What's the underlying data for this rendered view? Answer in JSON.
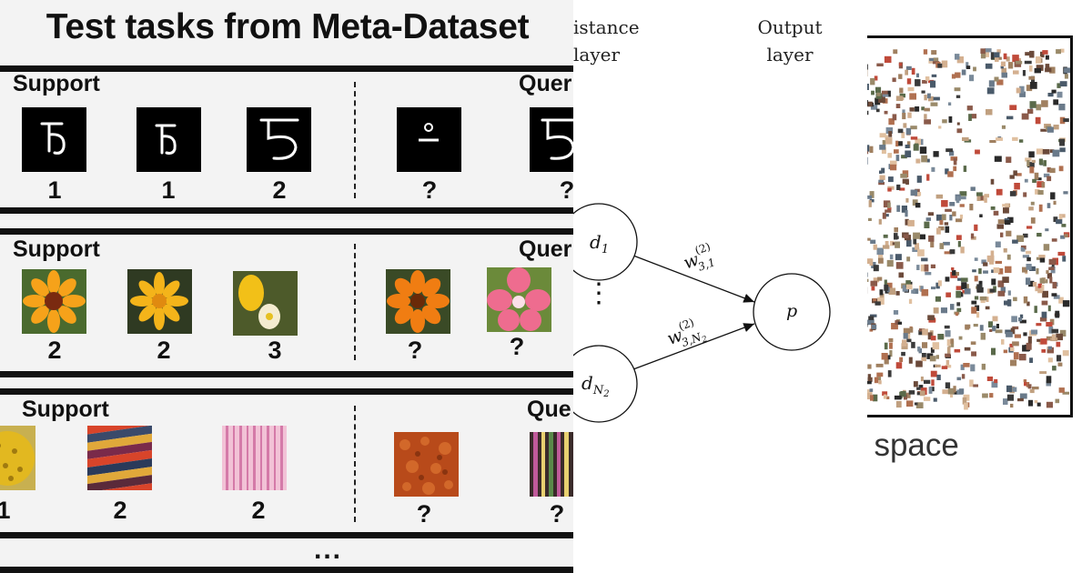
{
  "left_panel": {
    "title": "Test tasks from Meta-Dataset",
    "ellipsis": "...",
    "tasks": [
      {
        "support_label": "Support",
        "query_label": "Quer",
        "support_labels": [
          "1",
          "1",
          "2"
        ],
        "query_labels": [
          "?",
          "?"
        ],
        "images": [
          "glyph-image",
          "glyph-image",
          "glyph-image",
          "glyph-image",
          "glyph-image"
        ]
      },
      {
        "support_label": "Support",
        "query_label": "Quer",
        "support_labels": [
          "2",
          "2",
          "3"
        ],
        "query_labels": [
          "?",
          "?"
        ],
        "images": [
          "flower-image",
          "flower-image",
          "flower-image",
          "flower-image",
          "flower-image"
        ]
      },
      {
        "support_label": "Support",
        "query_label": "Que",
        "support_labels": [
          "1",
          "2",
          "2"
        ],
        "query_labels": [
          "?",
          "?"
        ],
        "images": [
          "texture-image",
          "texture-image",
          "texture-image",
          "texture-image",
          "texture-image"
        ]
      }
    ]
  },
  "middle_panel": {
    "layer_left": [
      "istance",
      "layer"
    ],
    "layer_right": [
      "Output",
      "layer"
    ],
    "nodes": {
      "d1": "d",
      "d1_sub": "1",
      "dN": "d",
      "dN_sub": "N",
      "dN_subsub": "2",
      "p": "p"
    },
    "weights": {
      "w1": {
        "base": "w",
        "sup": "(2)",
        "sub": "3,1"
      },
      "w2": {
        "base": "w",
        "sup": "(2)",
        "sub": "3,N",
        "subsub": "2"
      }
    },
    "dots": "⋮"
  },
  "right_panel": {
    "caption": "t space",
    "colors": {
      "frame": "#111111",
      "caption": "#333333"
    }
  }
}
